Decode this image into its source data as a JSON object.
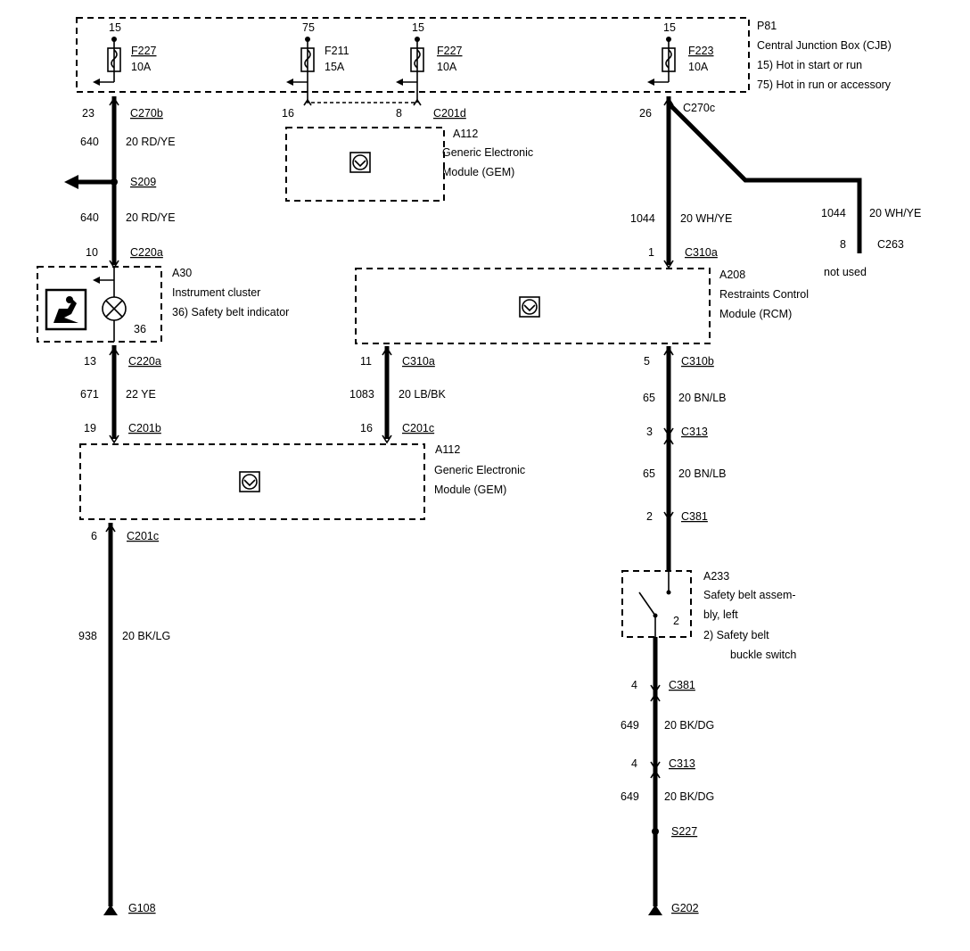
{
  "cjb": {
    "id": "P81",
    "name": "Central Junction Box (CJB)",
    "note15": "15)   Hot in start or run",
    "note75": "75)   Hot in run or accessory",
    "fuses": [
      {
        "pin": "15",
        "id": "F227",
        "amp": "10A"
      },
      {
        "pin": "75",
        "id": "F211",
        "amp": "15A"
      },
      {
        "pin": "15",
        "id": "F227",
        "amp": "10A"
      },
      {
        "pin": "15",
        "id": "F223",
        "amp": "10A"
      }
    ]
  },
  "gem_top": {
    "id": "A112",
    "name1": "Generic Electronic",
    "name2": "Module (GEM)",
    "pinA": "16",
    "pinB": "8",
    "conn": "C201d"
  },
  "left": {
    "pin1": "23",
    "conn1": "C270b",
    "circ1": "640",
    "wire1": "20 RD/YE",
    "splice": "S209",
    "circ2": "640",
    "wire2": "20 RD/YE",
    "pin2": "10",
    "conn2": "C220a"
  },
  "cluster": {
    "id": "A30",
    "name": "Instrument cluster",
    "note": "36)   Safety belt indicator",
    "ref": "36"
  },
  "left_lower": {
    "pin1": "13",
    "conn1": "C220a",
    "circ": "671",
    "wire": "22 YE",
    "pin2": "19",
    "conn2": "C201b"
  },
  "gem_bottom": {
    "id": "A112",
    "name1": "Generic Electronic",
    "name2": "Module (GEM)"
  },
  "ground_left": {
    "pin": "6",
    "conn": "C201c",
    "circ": "938",
    "wire": "20 BK/LG",
    "ground": "G108"
  },
  "mid": {
    "pin1": "11",
    "conn1": "C310a",
    "circ": "1083",
    "wire": "20 LB/BK",
    "pin2": "16",
    "conn2": "C201c"
  },
  "right_top": {
    "pin1": "26",
    "conn1": "C270c",
    "circ": "1044",
    "wire": "20 WH/YE",
    "pin2": "1",
    "conn2": "C310a"
  },
  "branch": {
    "circ": "1044",
    "wire": "20 WH/YE",
    "pin": "8",
    "conn": "C263",
    "note": "not used"
  },
  "rcm": {
    "id": "A208",
    "name1": "Restraints Control",
    "name2": "Module (RCM)"
  },
  "right_lower": {
    "pin1": "5",
    "conn1": "C310b",
    "circ1": "65",
    "wire1": "20 BN/LB",
    "pin2": "3",
    "conn2": "C313",
    "circ2": "65",
    "wire2": "20 BN/LB",
    "pin3": "2",
    "conn3": "C381"
  },
  "belt": {
    "id": "A233",
    "name1": "Safety belt assem-",
    "name2": "bly, left",
    "note1": "2)      Safety belt",
    "note2": "buckle switch",
    "ref": "2"
  },
  "right_bottom": {
    "pin1": "4",
    "conn1": "C381",
    "circ1": "649",
    "wire1": "20 BK/DG",
    "pin2": "4",
    "conn2": "C313",
    "circ2": "649",
    "wire2": "20 BK/DG",
    "splice": "S227",
    "ground": "G202"
  }
}
